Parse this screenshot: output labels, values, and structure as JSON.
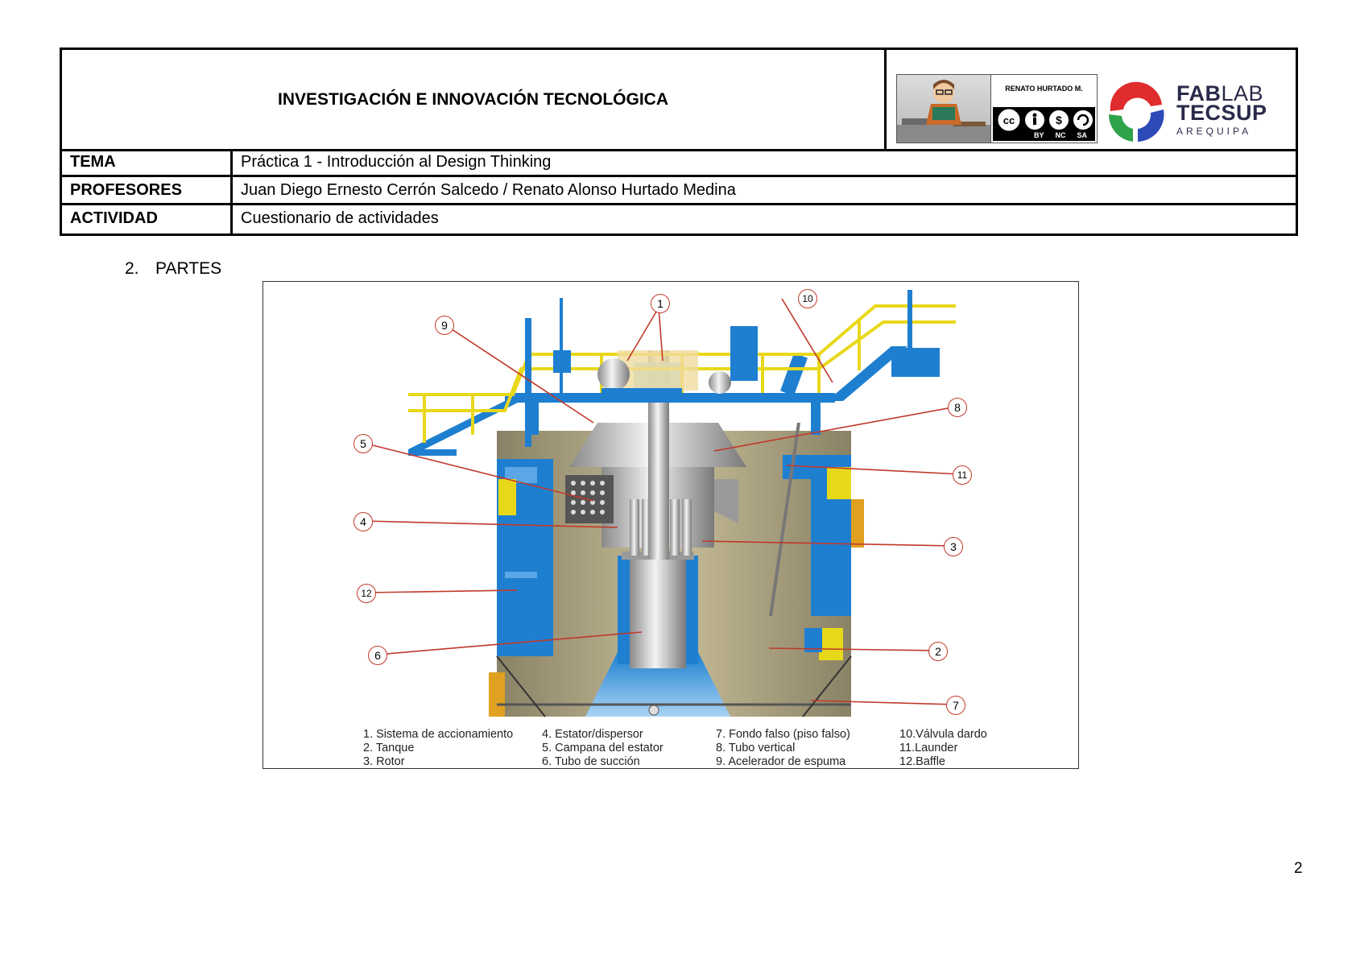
{
  "header": {
    "title": "INVESTIGACIÓN E INNOVACIÓN TECNOLÓGICA",
    "rows": [
      {
        "label": "TEMA",
        "value": "Práctica 1 - Introducción al Design Thinking"
      },
      {
        "label": "PROFESORES",
        "value": "Juan Diego Ernesto Cerrón Salcedo / Renato Alonso Hurtado Medina"
      },
      {
        "label": "ACTIVIDAD",
        "value": "Cuestionario de actividades"
      }
    ],
    "cc_badge": {
      "name": "RENATO HURTADO M.",
      "licenses": [
        "BY",
        "NC",
        "SA"
      ],
      "icon": "creative-commons-icon"
    },
    "fablab": {
      "line1_bold": "FAB",
      "line1_light": "LAB",
      "line2": "TECSUP",
      "line3": "AREQUIPA"
    }
  },
  "section": {
    "number": "2.",
    "title": "PARTES"
  },
  "figure": {
    "callouts": [
      "1",
      "2",
      "3",
      "4",
      "5",
      "6",
      "7",
      "8",
      "9",
      "10",
      "11",
      "12"
    ],
    "legend": [
      [
        "1.  Sistema de accionamiento",
        "2.  Tanque",
        "3.  Rotor"
      ],
      [
        "4.  Estator/dispersor",
        "5.  Campana del estator",
        "6.  Tubo de succión"
      ],
      [
        "7.  Fondo falso (piso falso)",
        "8.  Tubo vertical",
        "9.  Acelerador de espuma"
      ],
      [
        "10.Válvula dardo",
        "11.Launder",
        "12.Baffle"
      ]
    ],
    "colors": {
      "tank": "#b4aa86",
      "blue": "#1e7fd0",
      "yellow": "#e8d81a",
      "steel": "#c8c8c8",
      "callout": "#c0392b"
    }
  },
  "page_number": "2"
}
